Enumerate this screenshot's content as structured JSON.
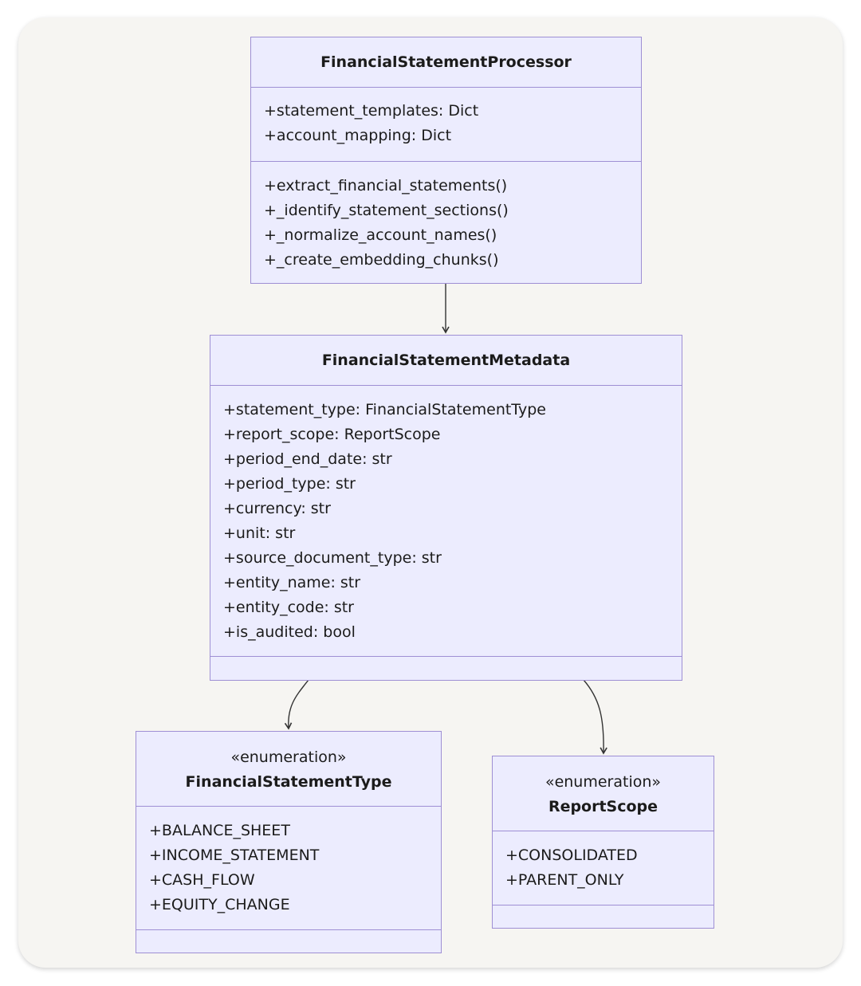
{
  "processor": {
    "title": "FinancialStatementProcessor",
    "attributes": [
      "+statement_templates: Dict",
      "+account_mapping: Dict"
    ],
    "methods": [
      "+extract_financial_statements()",
      "+_identify_statement_sections()",
      "+_normalize_account_names()",
      "+_create_embedding_chunks()"
    ]
  },
  "metadata": {
    "title": "FinancialStatementMetadata",
    "attributes": [
      "+statement_type: FinancialStatementType",
      "+report_scope: ReportScope",
      "+period_end_date: str",
      "+period_type: str",
      "+currency: str",
      "+unit: str",
      "+source_document_type: str",
      "+entity_name: str",
      "+entity_code: str",
      "+is_audited: bool"
    ],
    "methods": []
  },
  "statement_type": {
    "stereotype": "«enumeration»",
    "title": "FinancialStatementType",
    "values": [
      "+BALANCE_SHEET",
      "+INCOME_STATEMENT",
      "+CASH_FLOW",
      "+EQUITY_CHANGE"
    ],
    "methods": []
  },
  "report_scope": {
    "stereotype": "«enumeration»",
    "title": "ReportScope",
    "values": [
      "+CONSOLIDATED",
      "+PARENT_ONLY"
    ],
    "methods": []
  },
  "colors": {
    "box_fill": "#ececfe",
    "box_border": "#9e8fd4",
    "edge": "#333333"
  }
}
